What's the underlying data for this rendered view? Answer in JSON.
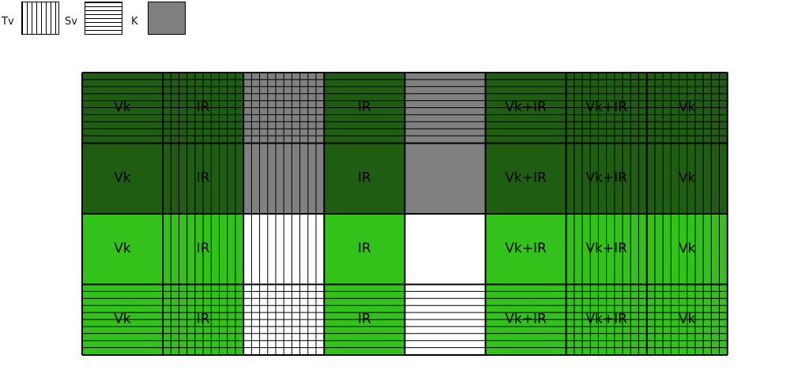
{
  "legend": {
    "items": [
      {
        "label": "Tv",
        "pattern": "vertical",
        "fill": "#ffffff"
      },
      {
        "label": "Sv",
        "pattern": "horizontal",
        "fill": "#ffffff"
      },
      {
        "label": "K",
        "pattern": "none",
        "fill": "#808080"
      }
    ]
  },
  "colors": {
    "dark_green": "#1f5e12",
    "light_green": "#33c21a",
    "gray": "#808080",
    "white": "#ffffff",
    "line": "#000000"
  },
  "grid": {
    "rows": [
      {
        "base": "dark",
        "horizontal_lines": true,
        "cells": [
          {
            "label": "Vk",
            "fill": "green",
            "vertical_lines": false
          },
          {
            "label": "IR",
            "fill": "green",
            "vertical_lines": true
          },
          {
            "label": "",
            "fill": "gray",
            "vertical_lines": true
          },
          {
            "label": "IR",
            "fill": "green",
            "vertical_lines": false
          },
          {
            "label": "",
            "fill": "gray",
            "vertical_lines": false
          },
          {
            "label": "Vk+IR",
            "fill": "green",
            "vertical_lines": false
          },
          {
            "label": "Vk+IR",
            "fill": "green",
            "vertical_lines": true
          },
          {
            "label": "Vk",
            "fill": "green",
            "vertical_lines": true
          }
        ]
      },
      {
        "base": "dark",
        "horizontal_lines": false,
        "cells": [
          {
            "label": "Vk",
            "fill": "green",
            "vertical_lines": false
          },
          {
            "label": "IR",
            "fill": "green",
            "vertical_lines": true
          },
          {
            "label": "",
            "fill": "gray",
            "vertical_lines": true
          },
          {
            "label": "IR",
            "fill": "green",
            "vertical_lines": false
          },
          {
            "label": "",
            "fill": "gray",
            "vertical_lines": false
          },
          {
            "label": "Vk+IR",
            "fill": "green",
            "vertical_lines": false
          },
          {
            "label": "Vk+IR",
            "fill": "green",
            "vertical_lines": true
          },
          {
            "label": "Vk",
            "fill": "green",
            "vertical_lines": true
          }
        ]
      },
      {
        "base": "light",
        "horizontal_lines": false,
        "cells": [
          {
            "label": "Vk",
            "fill": "green",
            "vertical_lines": false
          },
          {
            "label": "IR",
            "fill": "green",
            "vertical_lines": true
          },
          {
            "label": "",
            "fill": "white",
            "vertical_lines": true
          },
          {
            "label": "IR",
            "fill": "green",
            "vertical_lines": false
          },
          {
            "label": "",
            "fill": "white",
            "vertical_lines": false
          },
          {
            "label": "Vk+IR",
            "fill": "green",
            "vertical_lines": false
          },
          {
            "label": "Vk+IR",
            "fill": "green",
            "vertical_lines": true
          },
          {
            "label": "Vk",
            "fill": "green",
            "vertical_lines": true
          }
        ]
      },
      {
        "base": "light",
        "horizontal_lines": true,
        "cells": [
          {
            "label": "Vk",
            "fill": "green",
            "vertical_lines": false
          },
          {
            "label": "IR",
            "fill": "green",
            "vertical_lines": true
          },
          {
            "label": "",
            "fill": "white",
            "vertical_lines": true
          },
          {
            "label": "IR",
            "fill": "green",
            "vertical_lines": false
          },
          {
            "label": "",
            "fill": "white",
            "vertical_lines": false
          },
          {
            "label": "Vk+IR",
            "fill": "green",
            "vertical_lines": false
          },
          {
            "label": "Vk+IR",
            "fill": "green",
            "vertical_lines": true
          },
          {
            "label": "Vk",
            "fill": "green",
            "vertical_lines": true
          }
        ]
      }
    ]
  }
}
